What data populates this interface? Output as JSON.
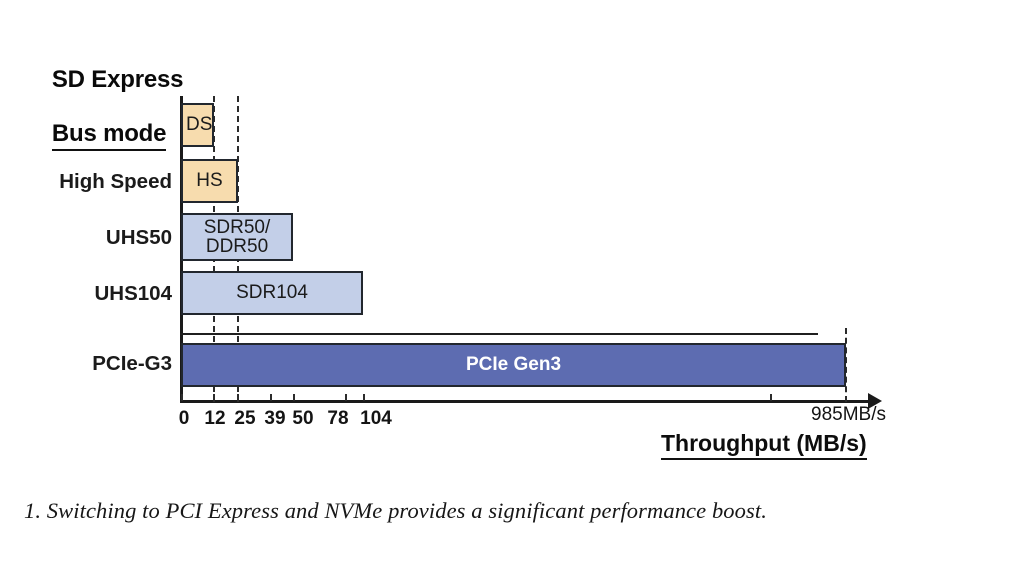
{
  "chart_data": {
    "type": "bar",
    "orientation": "horizontal",
    "title": "SD Express\nBus mode",
    "title_line1": "SD Express",
    "title_line2": "Bus mode",
    "xlabel": "Throughput (MB/s)",
    "ylabel": "SD Express Bus mode",
    "categories": [
      "",
      "High Speed",
      "UHS50",
      "UHS104",
      "PCIe-G3"
    ],
    "bar_labels": [
      "DS",
      "HS",
      "SDR50/\nDDR50",
      "SDR104",
      "PCIe Gen3"
    ],
    "values": [
      12,
      25,
      50,
      104,
      985
    ],
    "units": "MB/s",
    "xticks": [
      0,
      12,
      25,
      39,
      50,
      78,
      104
    ],
    "xtick_labels": [
      "0",
      "12",
      "25",
      "39",
      "50",
      "78",
      "104"
    ],
    "endpoint_label": "985MB/s",
    "endpoint_value": 985,
    "xlim": [
      0,
      1100
    ],
    "grid": "dashed-guides-at-12-and-25",
    "legend": "none",
    "series": [
      {
        "name": "DS",
        "category": "",
        "value": 12,
        "color": "#f7dcae"
      },
      {
        "name": "HS",
        "category": "High Speed",
        "value": 25,
        "color": "#f7dcae"
      },
      {
        "name": "SDR50/DDR50",
        "category": "UHS50",
        "value": 50,
        "color": "#c3cfe8"
      },
      {
        "name": "SDR104",
        "category": "UHS104",
        "value": 104,
        "color": "#c3cfe8"
      },
      {
        "name": "PCIe Gen3",
        "category": "PCIe-G3",
        "value": 985,
        "color": "#5d6cb1"
      }
    ]
  },
  "chart": {
    "title_line1": "SD Express",
    "title_line2": "Bus mode",
    "axis_title": "Throughput (MB/s)",
    "endpoint_label": "985MB/s",
    "categories": [
      {
        "label": ""
      },
      {
        "label": "High Speed"
      },
      {
        "label": "UHS50"
      },
      {
        "label": "UHS104"
      },
      {
        "label": "PCIe-G3"
      }
    ],
    "bars": [
      {
        "label": "DS"
      },
      {
        "label": "HS"
      },
      {
        "label": "SDR50/\nDDR50"
      },
      {
        "label": "SDR104"
      },
      {
        "label": "PCIe Gen3"
      }
    ],
    "ticks": [
      {
        "label": "0"
      },
      {
        "label": "12"
      },
      {
        "label": "25"
      },
      {
        "label": "39"
      },
      {
        "label": "50"
      },
      {
        "label": "78"
      },
      {
        "label": "104"
      }
    ]
  },
  "caption": {
    "text": "1. Switching to PCI Express and NVMe provides a significant performance boost."
  },
  "colors": {
    "peach": "#f7dcae",
    "light_blue": "#c3cfe8",
    "dark_blue": "#5d6cb1",
    "outline": "#22272e",
    "background": "#ffffff"
  }
}
